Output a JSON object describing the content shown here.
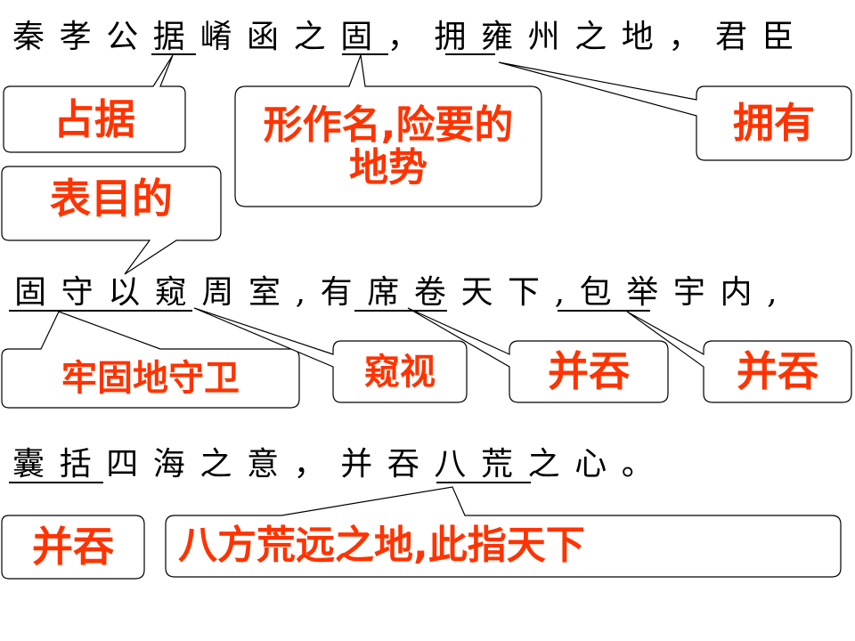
{
  "sentences": [
    "秦孝公据崤函之固，拥雍州之地，君臣",
    "固守以窥周室,有席卷天下,包举宇内,",
    "囊括四海之意，并吞八荒之心。"
  ],
  "callouts": [
    {
      "term": "据",
      "note": "占据"
    },
    {
      "term": "固",
      "note": "形作名,险要的地势"
    },
    {
      "term": "拥",
      "note": "拥有"
    },
    {
      "term": "以",
      "note": "表目的"
    },
    {
      "term": "固守",
      "note": "牢固地守卫"
    },
    {
      "term": "窥",
      "note": "窥视"
    },
    {
      "term": "席卷",
      "note": "并吞"
    },
    {
      "term": "包举",
      "note": "并吞"
    },
    {
      "term": "囊括",
      "note": "并吞"
    },
    {
      "term": "八荒",
      "note": "八方荒远之地,此指天下"
    }
  ],
  "colors": {
    "annotation_text": "#ff3300",
    "box_stroke": "#000000",
    "underline": "#000000"
  }
}
